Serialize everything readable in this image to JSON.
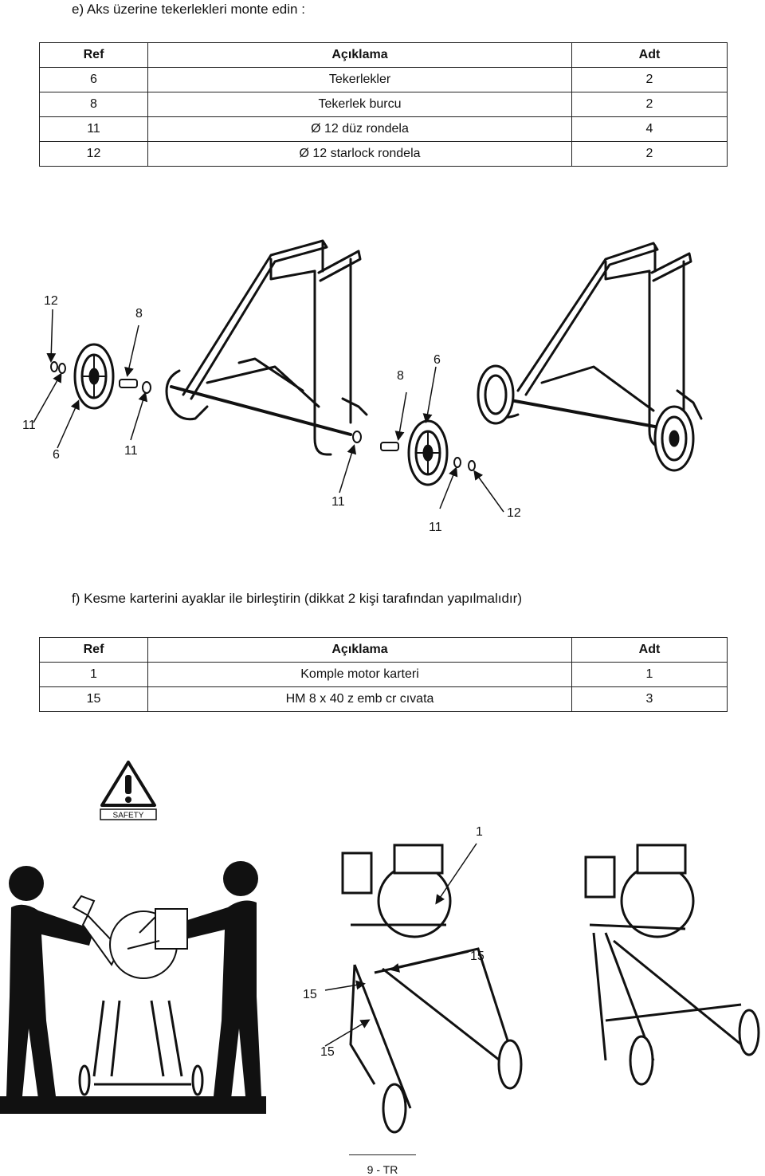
{
  "section_e": {
    "heading": "e) Aks üzerine tekerlekleri monte edin :",
    "table": {
      "headers": [
        "Ref",
        "Açıklama",
        "Adt"
      ],
      "rows": [
        [
          "6",
          "Tekerlekler",
          "2"
        ],
        [
          "8",
          "Tekerlek burcu",
          "2"
        ],
        [
          "11",
          "Ø 12 düz rondela",
          "4"
        ],
        [
          "12",
          "Ø 12 starlock rondela",
          "2"
        ]
      ]
    },
    "callouts": {
      "a12": "12",
      "a8": "8",
      "a11": "11",
      "a6": "6",
      "a11b": "11",
      "b8": "8",
      "b6": "6",
      "b11": "11",
      "b11b": "11",
      "b12": "12"
    }
  },
  "section_f": {
    "heading": "f) Kesme karterini ayaklar ile birleştirin (dikkat 2 kişi tarafından yapılmalıdır)",
    "table": {
      "headers": [
        "Ref",
        "Açıklama",
        "Adt"
      ],
      "rows": [
        [
          "1",
          "Komple motor karteri",
          "1"
        ],
        [
          "15",
          "HM 8 x 40 z emb cr cıvata",
          "3"
        ]
      ]
    },
    "safety_label": "SAFETY",
    "callouts": {
      "c1": "1",
      "c15a": "15",
      "c15b": "15",
      "c15c": "15"
    }
  },
  "footer": {
    "page": "9 - TR"
  }
}
